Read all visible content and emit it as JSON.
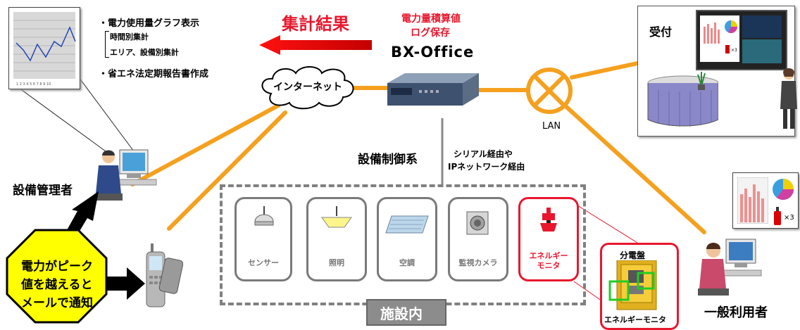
{
  "features": {
    "item1": "・電力使用量グラフ表示",
    "sub1": "時間別集計",
    "sub2": "エリア、設備別集計",
    "item2": "・省エネ法定期報告書作成"
  },
  "result_label": "集計結果",
  "server": {
    "log_line1": "電力量積算値",
    "log_line2": "ログ保存",
    "name": "BX-Office"
  },
  "cloud_label": "インターネット",
  "lan_label": "LAN",
  "reception_label": "受付",
  "admin_label": "設備管理者",
  "alert": {
    "line1": "電力がピーク",
    "line2": "値を越えると",
    "line3": "メールで通知"
  },
  "control_label": "設備制御系",
  "control_note": {
    "line1": "シリアル経由や",
    "line2": "IPネットワーク経由"
  },
  "devices": [
    {
      "label": "センサー"
    },
    {
      "label": "照明"
    },
    {
      "label": "空調"
    },
    {
      "label": "監視カメラ"
    },
    {
      "label": "エネルギー\nモニタ"
    }
  ],
  "facility_label": "施設内",
  "panel": {
    "title": "分電盤",
    "caption": "エネルギーモニタ"
  },
  "user_label": "一般利用者",
  "multiplier": "×3",
  "colors": {
    "orange": "#f5a623",
    "red": "#e8172d",
    "gray": "#7a7a7a",
    "yellow": "#ffff00"
  }
}
